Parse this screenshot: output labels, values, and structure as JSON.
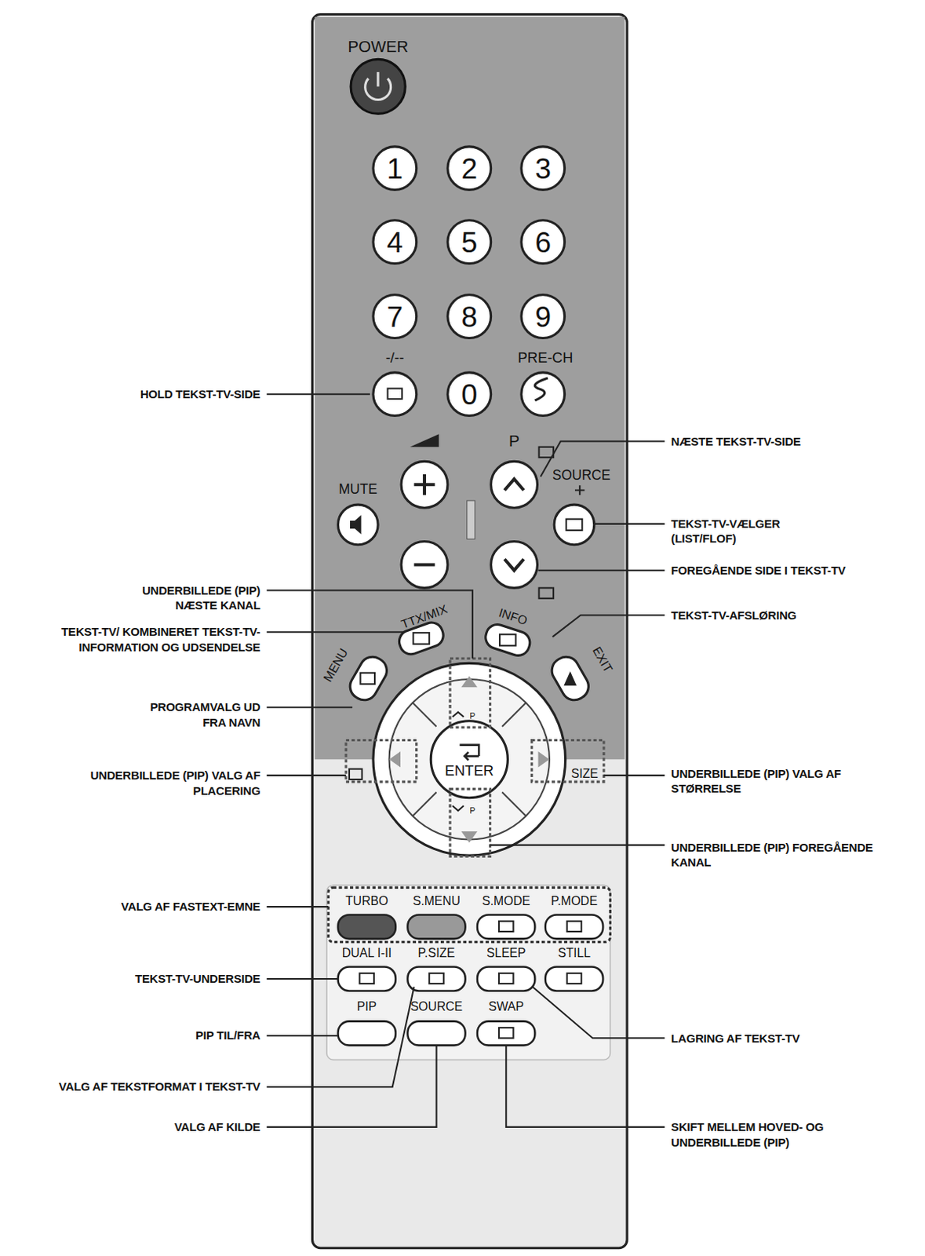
{
  "diagram": {
    "labels": [
      "POWER",
      "1",
      "2",
      "3",
      "4",
      "5",
      "6",
      "7",
      "8",
      "9",
      "-/--",
      "PRE-CH",
      "0",
      "P",
      "MUTE",
      "SOURCE",
      "TTX/MIX",
      "INFO",
      "MENU",
      "EXIT",
      "ENTER",
      "P",
      "P",
      "SIZE",
      "TURBO",
      "S.MENU",
      "S.MODE",
      "P.MODE",
      "DUAL I-II",
      "P.SIZE",
      "SLEEP",
      "STILL",
      "PIP",
      "SOURCE",
      "SWAP",
      "HOLD TEKST-TV-SIDE",
      "NÆSTE TEKST-TV-SIDE",
      "TEKST-TV-VÆLGER (LIST/FLOF)",
      "FOREGÅENDE SIDE I TEKST-TV",
      "UNDERBILLEDE (PIP) NÆSTE KANAL",
      "TEKST-TV-AFSLØRING",
      "TEKST-TV/ KOMBINERET TEKST-TV- INFORMATION OG UDSENDELSE",
      "PROGRAMVALG UD FRA NAVN",
      "UNDERBILLEDE (PIP) VALG AF PLACERING",
      "UNDERBILLEDE (PIP) VALG AF STØRRELSE",
      "UNDERBILLEDE (PIP) FOREGÅENDE KANAL",
      "VALG AF FASTEXT-EMNE",
      "TEKST-TV-UNDERSIDE",
      "LAGRING AF TEKST-TV",
      "PIP TIL/FRA",
      "VALG AF TEKSTFORMAT I TEKST-TV",
      "VALG AF KILDE",
      "SKIFT MELLEM HOVED- OG UNDERBILLEDE (PIP)"
    ]
  }
}
